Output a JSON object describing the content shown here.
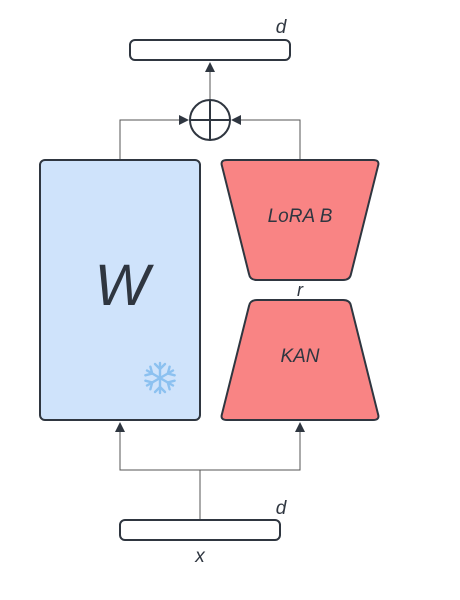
{
  "labels": {
    "output_dim": "d",
    "input_dim": "d",
    "input_var": "x",
    "weight": "W",
    "lora_b": "LoRA B",
    "rank": "r",
    "kan": "KAN"
  },
  "icons": {
    "frozen": "snowflake-icon",
    "sum": "circle-plus-icon"
  },
  "colors": {
    "weight_fill": "#cfe3fb",
    "adapter_fill": "#f98484",
    "stroke": "#2f3640",
    "frozen_icon": "#8cc1f0"
  }
}
